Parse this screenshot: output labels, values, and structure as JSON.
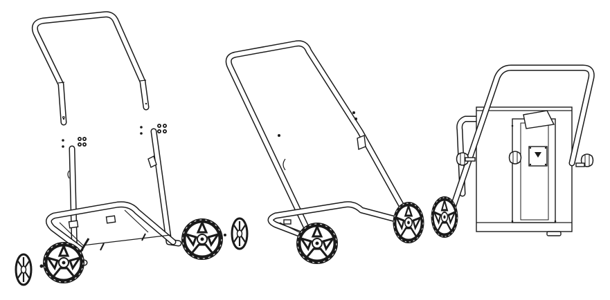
{
  "diagram": {
    "steps": [
      {
        "name": "exploded-frame-assembly"
      },
      {
        "name": "assembled-cart"
      },
      {
        "name": "cart-with-mounted-unit"
      }
    ],
    "colors": {
      "line": "#1a1a1a",
      "background": "#ffffff",
      "accent": "#1a1a1a"
    }
  }
}
